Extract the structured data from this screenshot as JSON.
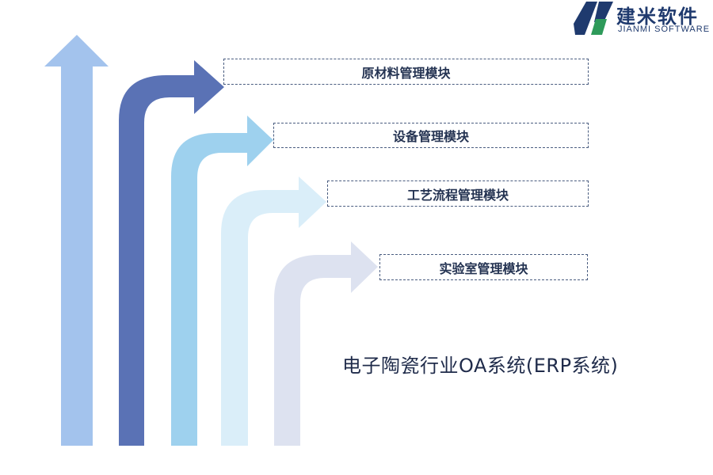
{
  "logo": {
    "name_cn": "建米软件",
    "name_en": "JIANMI SOFTWARE",
    "colors": {
      "dark": "#1f3a6e",
      "green": "#2e9a5a"
    }
  },
  "modules": [
    {
      "label": "原材料管理模块",
      "arrow_color": "#5a72b5"
    },
    {
      "label": "设备管理模块",
      "arrow_color": "#9ed1ee"
    },
    {
      "label": "工艺流程管理模块",
      "arrow_color": "#daeef9"
    },
    {
      "label": "实验室管理模块",
      "arrow_color": "#dde2f0"
    }
  ],
  "main_arrow_color": "#a3c3ed",
  "title": "电子陶瓷行业OA系统(ERP系统)"
}
